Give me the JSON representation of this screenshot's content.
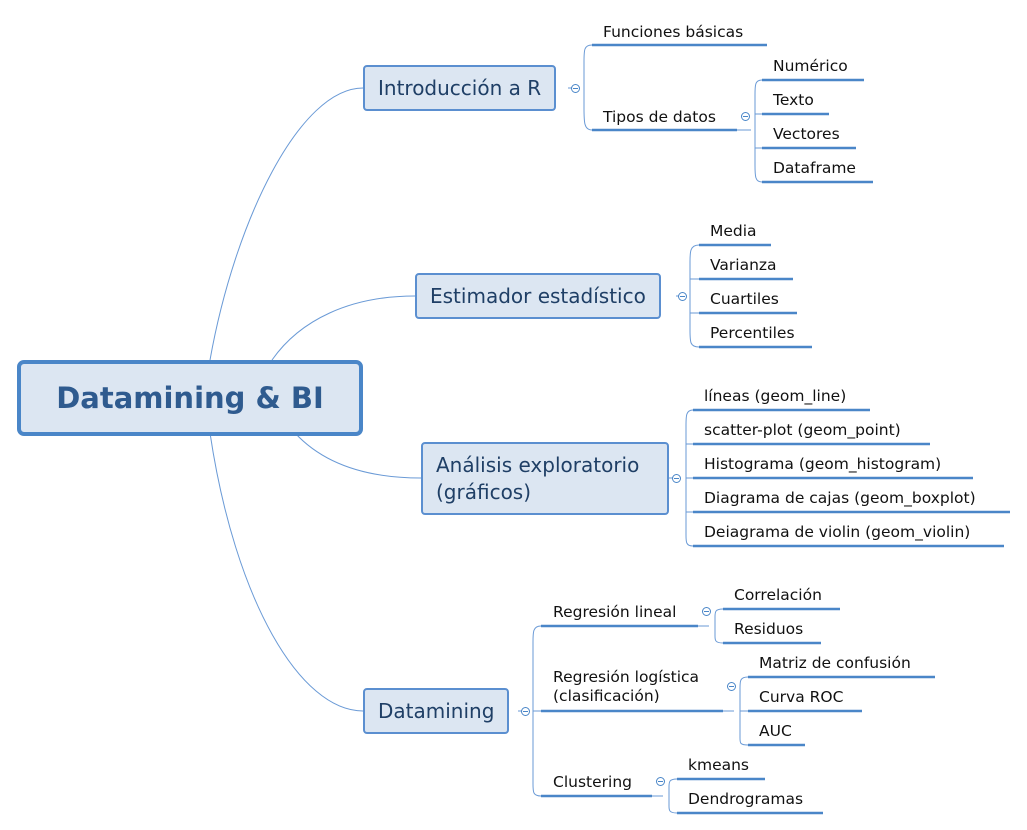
{
  "root": "Datamining & BI",
  "branches": [
    {
      "label": "Introducción a R",
      "children": [
        {
          "label": "Funciones básicas"
        },
        {
          "label": "Tipos de datos",
          "children": [
            "Numérico",
            "Texto",
            "Vectores",
            "Dataframe"
          ]
        }
      ]
    },
    {
      "label": "Estimador estadístico",
      "children": [
        "Media",
        "Varianza",
        "Cuartiles",
        "Percentiles"
      ]
    },
    {
      "label": "Análisis exploratorio (gráficos)",
      "label_lines": [
        "Análisis exploratorio",
        "(gráficos)"
      ],
      "children": [
        "líneas (geom_line)",
        "scatter-plot (geom_point)",
        "Histograma (geom_histogram)",
        "Diagrama de cajas (geom_boxplot)",
        "Deiagrama de violin (geom_violin)"
      ]
    },
    {
      "label": "Datamining",
      "children": [
        {
          "label": "Regresión lineal",
          "children": [
            "Correlación",
            "Residuos"
          ]
        },
        {
          "label": "Regresión logística (clasificación)",
          "label_lines": [
            "Regresión logística",
            "(clasificación)"
          ],
          "children": [
            "Matriz de confusión",
            "Curva ROC",
            "AUC"
          ]
        },
        {
          "label": "Clustering",
          "children": [
            "kmeans",
            "Dendrogramas"
          ]
        }
      ]
    }
  ],
  "colors": {
    "line": "#5b8fd0",
    "underline": "#4a86c8",
    "box_fill": "#dce6f2",
    "root_text": "#2f5b8f"
  }
}
